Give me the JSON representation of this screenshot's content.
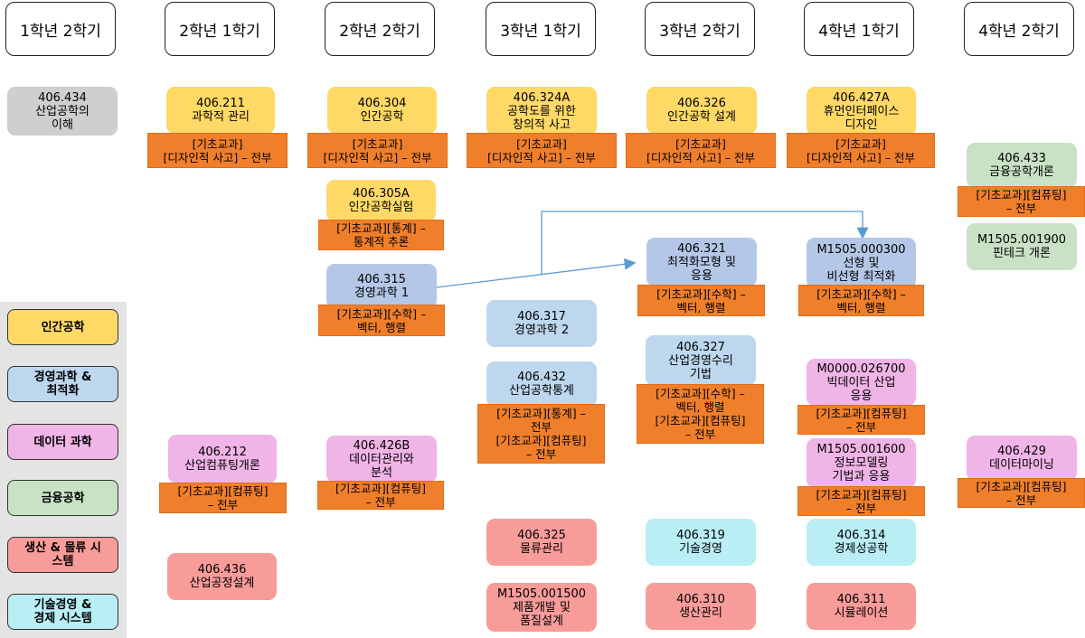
{
  "semesters": [
    "1학년 2학기",
    "2학년 1학기",
    "2학년 2학기",
    "3학년 1학기",
    "3학년 2학기",
    "4학년 1학기",
    "4학년 2학기"
  ],
  "legend": [
    "인간공학",
    "경영과학 &\n최적화",
    "데이터 과학",
    "금융공학",
    "생산 & 물류 시\n스템",
    "기술경영 &\n경제 시스템"
  ],
  "courses": {
    "c406434": "406.434\n산업공학의\n이해",
    "c406211": "406.211\n과학적 관리",
    "c406304": "406.304\n인간공학",
    "c406324a": "406.324A\n공학도를 위한\n창의적 사고",
    "c406326": "406.326\n인간공학 설계",
    "c406427a": "406.427A\n휴먼인터페이스\n디자인",
    "c406433": "406.433\n금융공학개론",
    "c406305a": "406.305A\n인간공학실험",
    "c406315": "406.315\n경영과학 1",
    "c406321": "406.321\n최적화모형 및\n응용",
    "cm1505000300": "M1505.000300\n선형 및\n비선형 최적화",
    "cm1505001900": "M1505.001900\n핀테크 개론",
    "c406317": "406.317\n경영과학 2",
    "c406327": "406.327\n산업경영수리\n기법",
    "c406432": "406.432\n산업공학통계",
    "cm0000026700": "M0000.026700\n빅데이터 산업\n응용",
    "c406212": "406.212\n산업컴퓨팅개론",
    "c406426b": "406.426B\n데이터관리와\n분석",
    "cm1505001600": "M1505.001600\n정보모델링\n기법과 응용",
    "c406429": "406.429\n데이터마이닝",
    "c406325": "406.325\n물류관리",
    "c406319": "406.319\n기술경영",
    "c406314": "406.314\n경제성공학",
    "c406436": "406.436\n산업공정설계",
    "cm1505001500": "M1505.001500\n제품개발 및\n품질설계",
    "c406310": "406.310\n생산관리",
    "c406311": "406.311\n시뮬레이션"
  },
  "tags": {
    "t211": "[기초교과]\n[디자인적 사고] – 전부",
    "t304": "[기초교과]\n[디자인적 사고] – 전부",
    "t324a": "[기초교과]\n[디자인적 사고] – 전부",
    "t326": "[기초교과]\n[디자인적 사고] – 전부",
    "t427a": "[기초교과]\n[디자인적 사고] – 전부",
    "t433": "[기초교과][컴퓨팅]\n– 전부",
    "t305a": "[기초교과][통계] –\n통계적 추론",
    "t315": "[기초교과][수학] –\n벡터, 행렬",
    "t321": "[기초교과][수학] –\n벡터, 행렬",
    "t000300": "[기초교과][수학] –\n벡터, 행렬",
    "t327": "[기초교과][수학] –\n벡터, 행렬\n[기초교과][컴퓨팅]\n– 전부",
    "t432": "[기초교과][통계] –\n전부\n[기초교과][컴퓨팅]\n– 전부",
    "t026700": "[기초교과][컴퓨팅]\n– 전부",
    "t212": "[기초교과][컴퓨팅]\n– 전부",
    "t426b": "[기초교과][컴퓨팅]\n– 전부",
    "t001600": "[기초교과][컴퓨팅]\n– 전부",
    "t429": "[기초교과][컴퓨팅]\n– 전부"
  },
  "colors": {
    "human_factors": "#ffd966",
    "operations_research": "#b4c7e7",
    "data_science": "#f0b4e6",
    "financial_engineering": "#c9e2c5",
    "production_logistics": "#f89c9a",
    "technology_management": "#b9eef5",
    "foundation_tag": "#f07f2c",
    "arrow": "#5b9bd5"
  }
}
